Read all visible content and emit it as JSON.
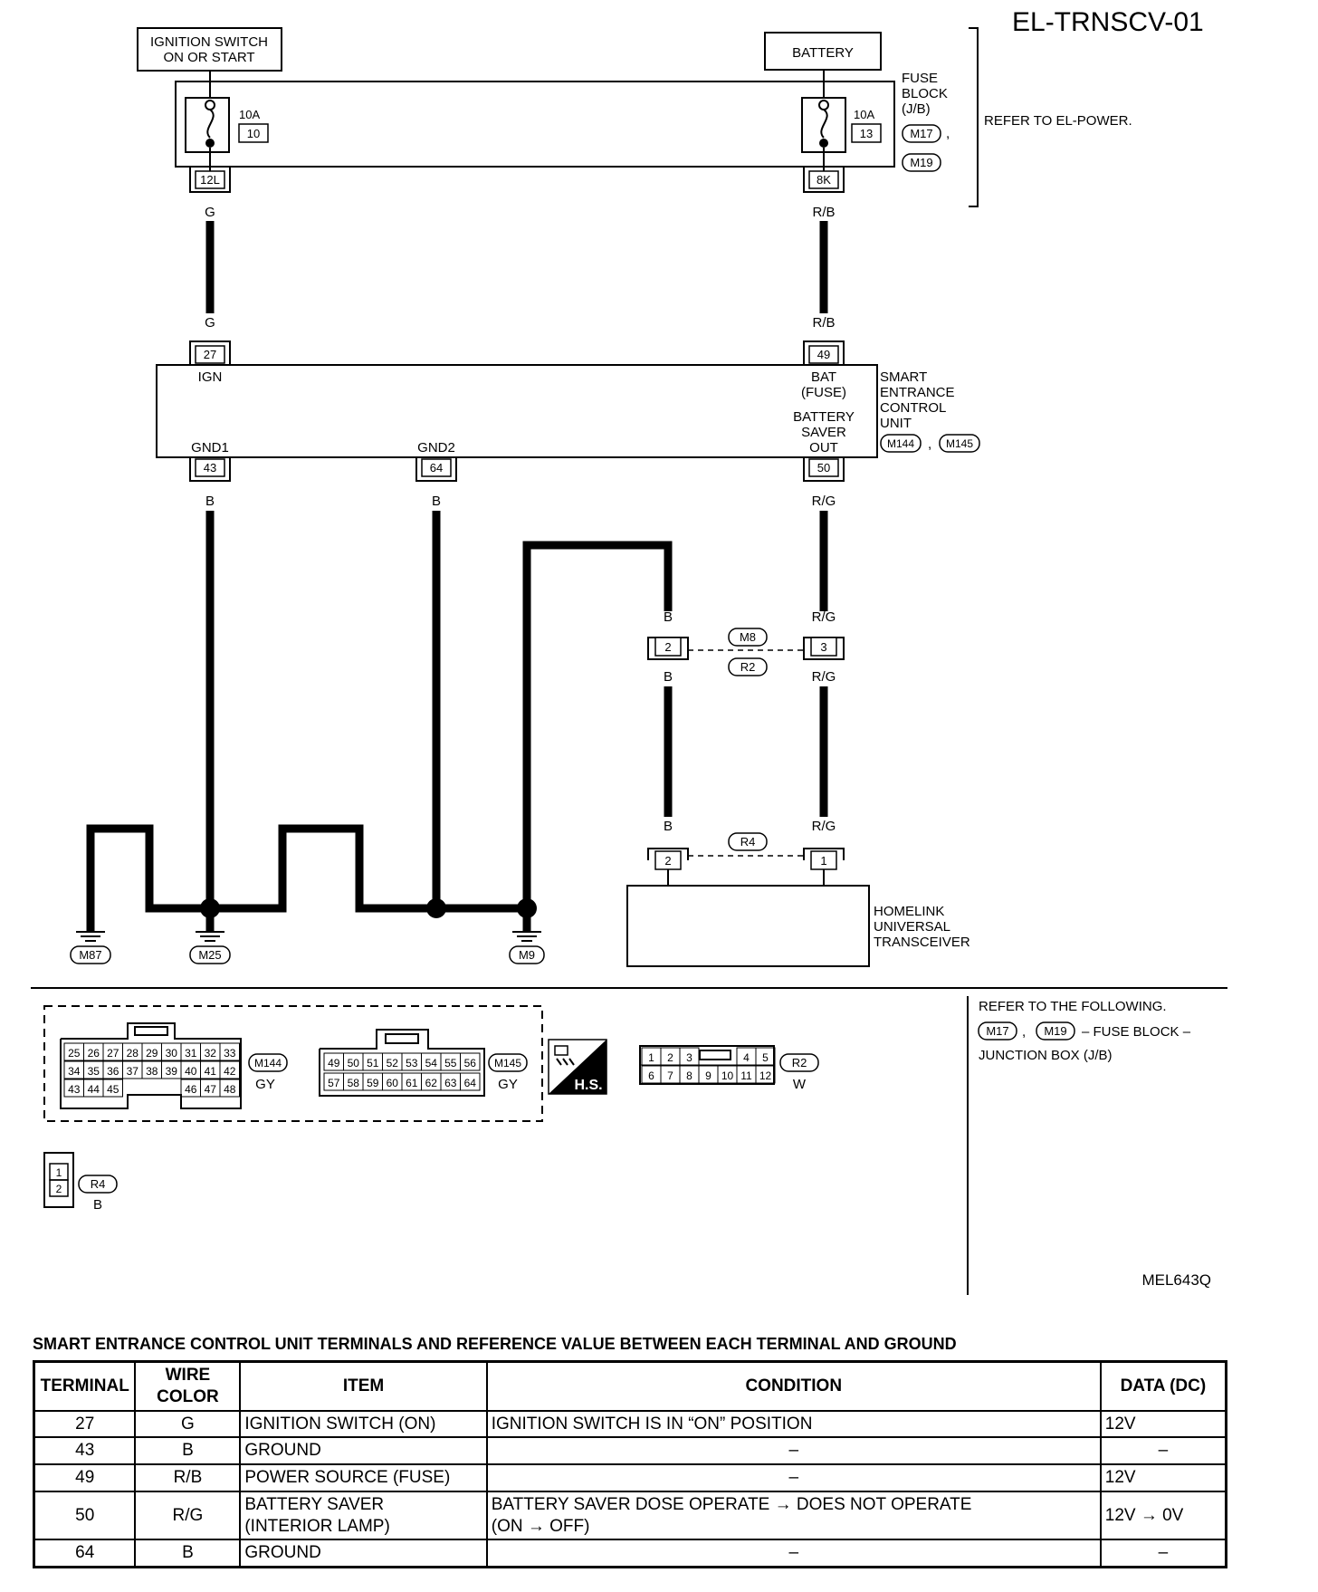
{
  "diagram_id": "EL-TRNSCV-01",
  "figure_code": "MEL643Q",
  "power": {
    "ignition_label_1": "IGNITION SWITCH",
    "ignition_label_2": "ON OR START",
    "battery_label": "BATTERY"
  },
  "fuse_block": {
    "label_1": "FUSE",
    "label_2": "BLOCK",
    "label_3": "(J/B)",
    "connector_a": "M17",
    "connector_b": "M19",
    "sep": ",",
    "refer": "REFER TO EL-POWER.",
    "fuse_left": {
      "amp": "10A",
      "num": "10",
      "terminal": "12L"
    },
    "fuse_right": {
      "amp": "10A",
      "num": "13",
      "terminal": "8K"
    }
  },
  "wires": {
    "g": "G",
    "rb": "R/B",
    "b": "B",
    "rg": "R/G"
  },
  "control_unit": {
    "label_1": "SMART",
    "label_2": "ENTRANCE",
    "label_3": "CONTROL",
    "label_4": "UNIT",
    "connector_a": "M144",
    "connector_b": "M145",
    "sep": ",",
    "pin_ign": "27",
    "pin_ign_label": "IGN",
    "pin_bat": "49",
    "pin_bat_label_1": "BAT",
    "pin_bat_label_2": "(FUSE)",
    "pin_saver_label_1": "BATTERY",
    "pin_saver_label_2": "SAVER",
    "pin_saver_label_3": "OUT",
    "pin_saver": "50",
    "pin_gnd1": "43",
    "pin_gnd1_label": "GND1",
    "pin_gnd2": "64",
    "pin_gnd2_label": "GND2"
  },
  "joint_connector": {
    "upper": "M8",
    "lower": "R2",
    "pin_left": "2",
    "pin_right": "3"
  },
  "homelink": {
    "connector": "R4",
    "pin_left": "2",
    "pin_right": "1",
    "label_1": "HOMELINK",
    "label_2": "UNIVERSAL",
    "label_3": "TRANSCEIVER"
  },
  "grounds": [
    "M87",
    "M25",
    "M9"
  ],
  "connector_views": {
    "m144": {
      "name": "M144",
      "color": "GY",
      "row1": [
        "25",
        "26",
        "27",
        "28",
        "29",
        "30",
        "31",
        "32",
        "33"
      ],
      "row2": [
        "34",
        "35",
        "36",
        "37",
        "38",
        "39",
        "40",
        "41",
        "42"
      ],
      "row3_left": [
        "43",
        "44",
        "45"
      ],
      "row3_right": [
        "46",
        "47",
        "48"
      ]
    },
    "m145": {
      "name": "M145",
      "color": "GY",
      "row1": [
        "49",
        "50",
        "51",
        "52",
        "53",
        "54",
        "55",
        "56"
      ],
      "row2": [
        "57",
        "58",
        "59",
        "60",
        "61",
        "62",
        "63",
        "64"
      ]
    },
    "hs_label": "H.S.",
    "r2": {
      "name": "R2",
      "color": "W",
      "row1_left": [
        "1",
        "2",
        "3"
      ],
      "row1_right": [
        "4",
        "5"
      ],
      "row2": [
        "6",
        "7",
        "8",
        "9",
        "10",
        "11",
        "12"
      ]
    },
    "r4": {
      "name": "R4",
      "color": "B",
      "pins": [
        "1",
        "2"
      ]
    }
  },
  "refer_note": {
    "line_1": "REFER TO THE FOLLOWING.",
    "conn_a": "M17",
    "conn_b": "M19",
    "sep": ",",
    "line_2": "– FUSE BLOCK –",
    "line_3": "JUNCTION BOX (J/B)"
  },
  "table": {
    "title": "SMART ENTRANCE CONTROL UNIT TERMINALS AND REFERENCE VALUE BETWEEN EACH TERMINAL AND GROUND",
    "headers": [
      "TERMINAL",
      "WIRE COLOR",
      "ITEM",
      "CONDITION",
      "DATA (DC)"
    ],
    "rows": [
      {
        "terminal": "27",
        "wire": "G",
        "item_1": "IGNITION SWITCH (ON)",
        "item_2": "",
        "cond_1": "IGNITION SWITCH IS IN “ON” POSITION",
        "cond_2": "",
        "data": "12V"
      },
      {
        "terminal": "43",
        "wire": "B",
        "item_1": "GROUND",
        "item_2": "",
        "cond_1": "–",
        "cond_2": "",
        "data": "–"
      },
      {
        "terminal": "49",
        "wire": "R/B",
        "item_1": "POWER SOURCE (FUSE)",
        "item_2": "",
        "cond_1": "–",
        "cond_2": "",
        "data": "12V"
      },
      {
        "terminal": "50",
        "wire": "R/G",
        "item_1": "BATTERY SAVER",
        "item_2": "(INTERIOR LAMP)",
        "cond_1": "BATTERY SAVER DOSE OPERATE → DOES NOT OPERATE",
        "cond_2": "(ON → OFF)",
        "data": "12V → 0V"
      },
      {
        "terminal": "64",
        "wire": "B",
        "item_1": "GROUND",
        "item_2": "",
        "cond_1": "–",
        "cond_2": "",
        "data": "–"
      }
    ]
  }
}
